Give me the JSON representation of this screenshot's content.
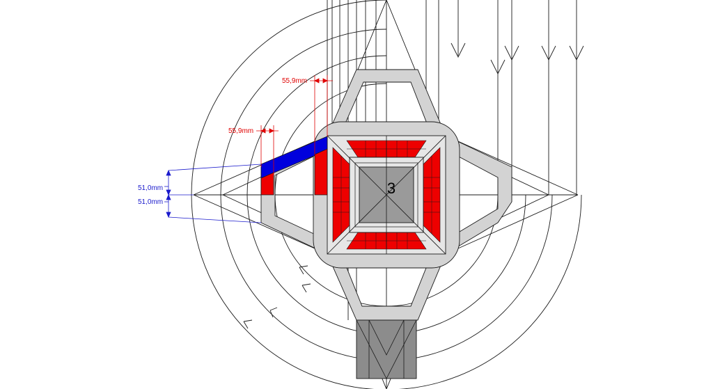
{
  "diagram": {
    "center_label": "3",
    "dimensions": {
      "upper_offset": "55,9mm",
      "lower_offset": "55,9mm",
      "top_thickness": "51,0mm",
      "bottom_thickness": "51,0mm"
    },
    "colors": {
      "background": "#ffffff",
      "line": "#1a1a1a",
      "light_gray": "#d3d3d3",
      "mid_gray": "#bdbdbd",
      "dark_gray": "#8c8c8c",
      "red": "#ee0000",
      "blue": "#0000dd",
      "dim_red": "#e00000",
      "dim_blue": "#1a1acc"
    }
  }
}
